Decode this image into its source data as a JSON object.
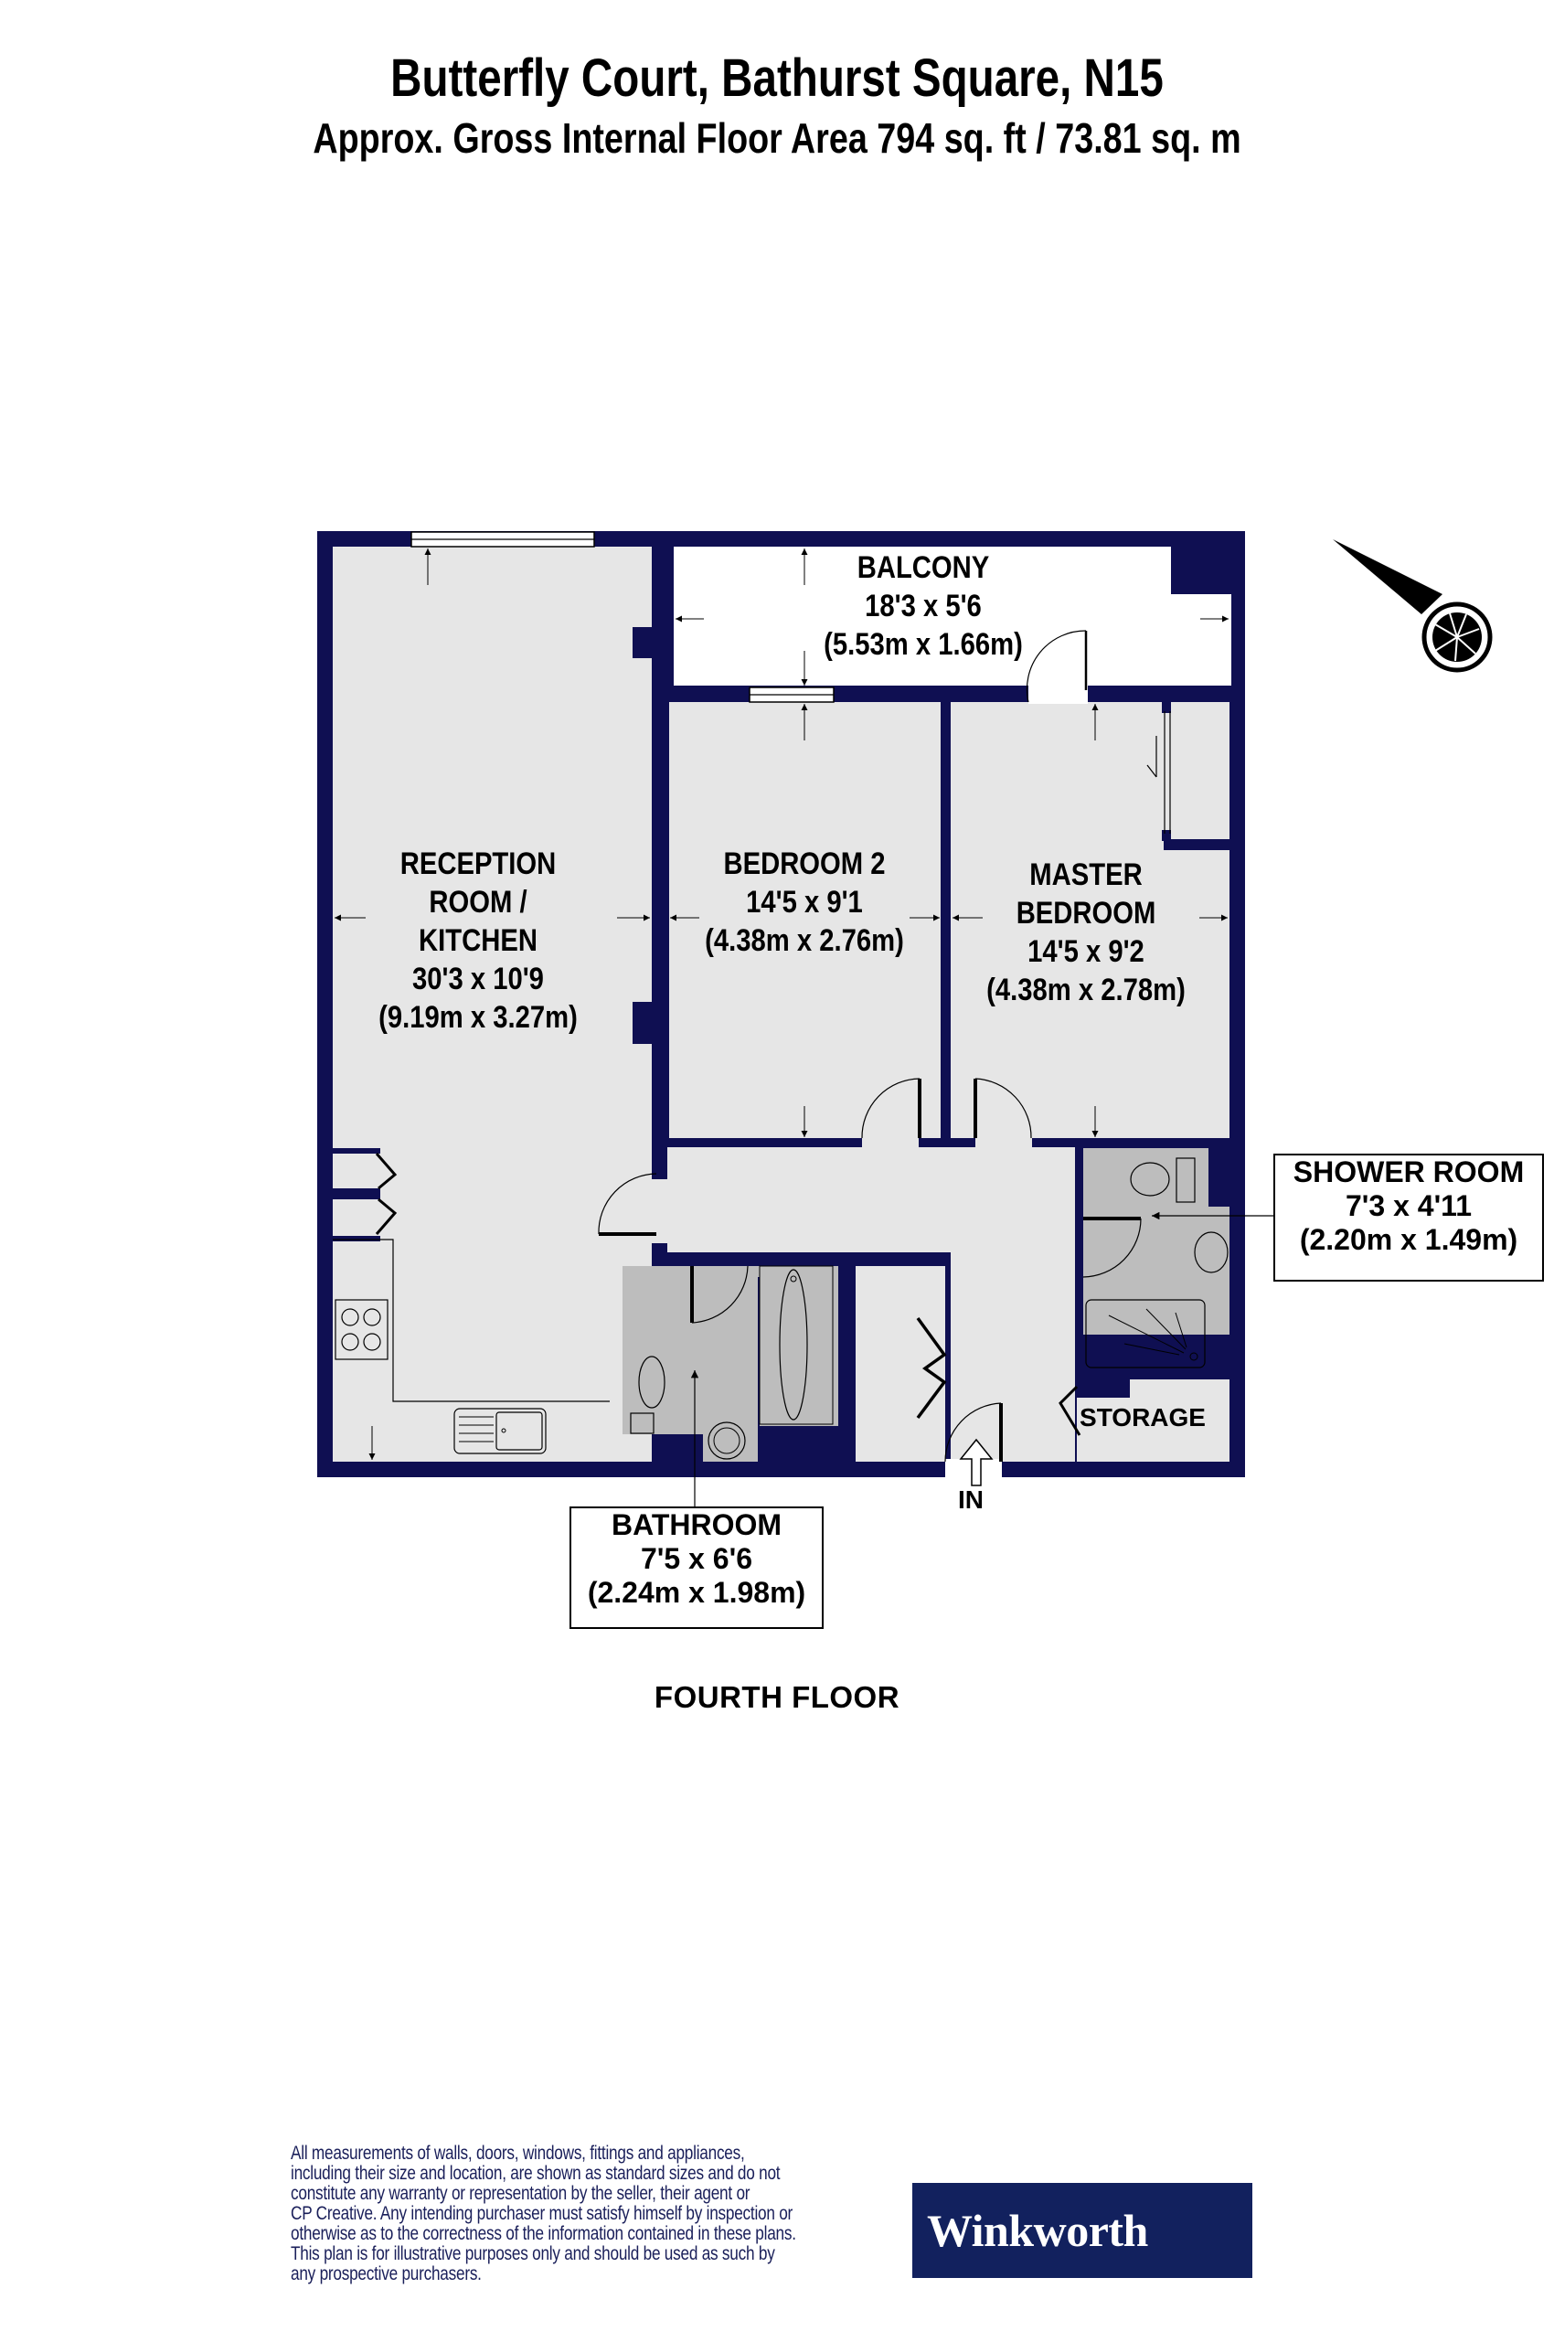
{
  "header": {
    "title": "Butterfly Court, Bathurst Square, N15",
    "subtitle": "Approx. Gross Internal Floor Area 794 sq. ft / 73.81 sq. m"
  },
  "floor_label": "FOURTH FLOOR",
  "colors": {
    "wall": "#0f0f52",
    "floor": "#e6e6e6",
    "wet_room": "#bdbdbd",
    "balcony": "#ffffff",
    "brand_bg": "#12215e",
    "disclaimer_text": "#1a1f5a"
  },
  "rooms": {
    "reception": {
      "name_line1": "RECEPTION",
      "name_line2": "ROOM /",
      "name_line3": "KITCHEN",
      "imperial": "30'3 x 10'9",
      "metric": "(9.19m x 3.27m)"
    },
    "balcony": {
      "name": "BALCONY",
      "imperial": "18'3 x 5'6",
      "metric": "(5.53m x 1.66m)"
    },
    "bedroom2": {
      "name": "BEDROOM 2",
      "imperial": "14'5 x 9'1",
      "metric": "(4.38m x 2.76m)"
    },
    "master": {
      "name_line1": "MASTER",
      "name_line2": "BEDROOM",
      "imperial": "14'5 x 9'2",
      "metric": "(4.38m x 2.78m)"
    },
    "shower": {
      "name": "SHOWER ROOM",
      "imperial": "7'3 x 4'11",
      "metric": "(2.20m x 1.49m)"
    },
    "bathroom": {
      "name": "BATHROOM",
      "imperial": "7'5 x 6'6",
      "metric": "(2.24m x 1.98m)"
    },
    "storage": {
      "name": "STORAGE"
    },
    "entrance": {
      "label": "IN"
    }
  },
  "icons": {
    "compass": "north-compass-icon",
    "entrance_arrow": "entrance-arrow-icon"
  },
  "footer": {
    "disclaimer": "All measurements of walls, doors, windows, fittings and appliances,\nincluding their size and location, are shown as standard sizes and do not\nconstitute any warranty or representation by the seller, their agent or\nCP Creative. Any intending purchaser must satisfy himself by inspection or\notherwise as to the correctness of the information contained in these plans.\nThis plan is for illustrative purposes only and should be used as such by\nany prospective purchasers.",
    "brand": "Winkworth"
  }
}
